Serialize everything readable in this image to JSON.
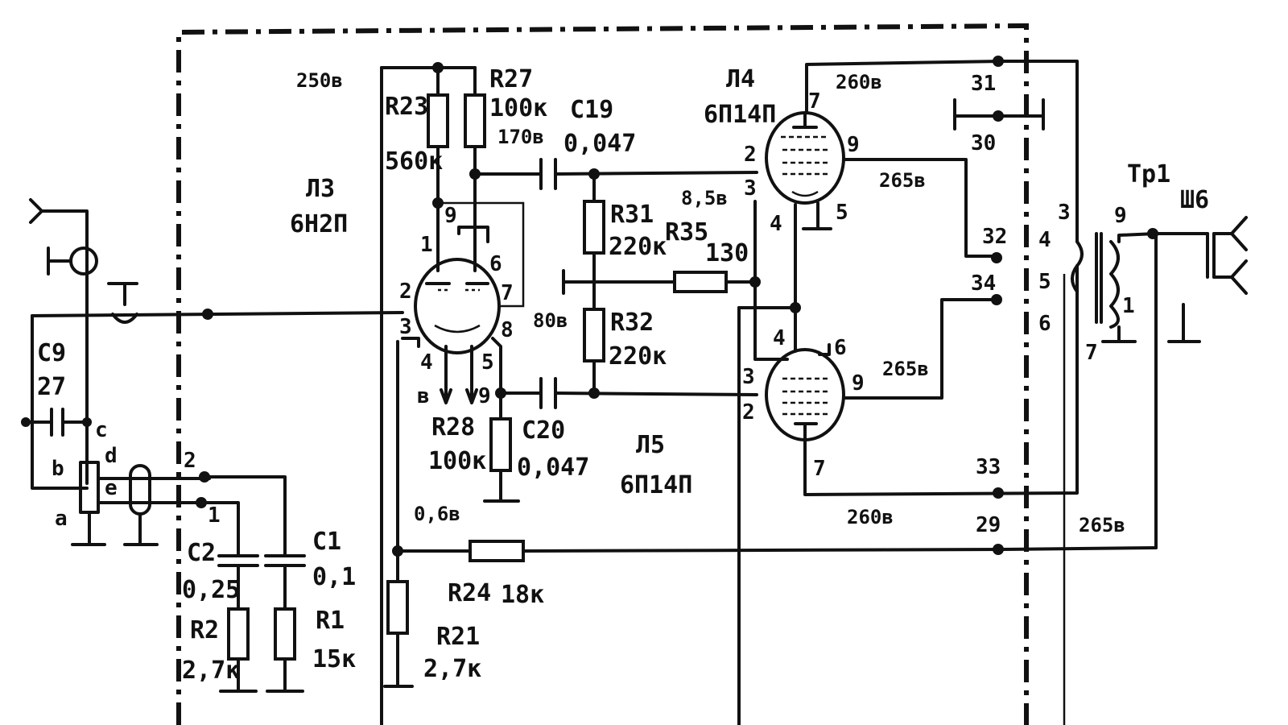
{
  "tubes": [
    {
      "id": "L3",
      "ref": "Л3",
      "type": "6Н2П"
    },
    {
      "id": "L4",
      "ref": "Л4",
      "type": "6П14П"
    },
    {
      "id": "L5",
      "ref": "Л5",
      "type": "6П14П"
    }
  ],
  "components": {
    "R23": {
      "ref": "R23",
      "value": "560к"
    },
    "R27": {
      "ref": "R27",
      "value": "100к"
    },
    "C19": {
      "ref": "C19",
      "value": "0,047"
    },
    "R31": {
      "ref": "R31",
      "value": "220к"
    },
    "R35": {
      "ref": "R35",
      "value": "130"
    },
    "R32": {
      "ref": "R32",
      "value": "220к"
    },
    "R28": {
      "ref": "R28",
      "value": "100к"
    },
    "C20": {
      "ref": "C20",
      "value": "0,047"
    },
    "C9": {
      "ref": "C9",
      "value": "27"
    },
    "C2": {
      "ref": "C2",
      "value": "0,25"
    },
    "C1": {
      "ref": "C1",
      "value": "0,1"
    },
    "R2": {
      "ref": "R2",
      "value": "2,7к"
    },
    "R1": {
      "ref": "R1",
      "value": "15к"
    },
    "R24": {
      "ref": "R24",
      "value": "18к"
    },
    "R21": {
      "ref": "R21",
      "value": "2,7к"
    },
    "Tr1": {
      "ref": "Тр1"
    },
    "Sh6": {
      "ref": "Ш6"
    }
  },
  "voltages": {
    "v250": "250в",
    "v170": "170в",
    "v260a": "260в",
    "v265a": "265в",
    "v85": "8,5в",
    "v80": "80в",
    "v265b": "265в",
    "v06": "0,6в",
    "v260b": "260в",
    "v265c": "265в"
  },
  "pins": {
    "l3_1": "1",
    "l3_2": "2",
    "l3_3": "3",
    "l3_4": "4",
    "l3_5": "5",
    "l3_6": "6",
    "l3_7": "7",
    "l3_8": "8",
    "l3_9": "9",
    "l3_9b": "9",
    "l3_b": "в",
    "l4_7": "7",
    "l4_2": "2",
    "l4_3": "3",
    "l4_9": "9",
    "l4_4": "4",
    "l4_5": "5",
    "l5_4": "4",
    "l5_6": "6",
    "l5_3": "3",
    "l5_2": "2",
    "l5_9": "9",
    "l5_7": "7",
    "tr_3": "3",
    "tr_4": "4",
    "tr_5": "5",
    "tr_6": "6",
    "tr_7": "7",
    "tr_9": "9",
    "tr_1": "1"
  },
  "terminals": {
    "t31": "31",
    "t30": "30",
    "t32": "32",
    "t34": "34",
    "t33": "33",
    "t29": "29"
  },
  "switch_labels": {
    "a": "a",
    "b": "b",
    "c": "c",
    "d": "d",
    "e": "e",
    "n1": "1",
    "n2": "2"
  }
}
